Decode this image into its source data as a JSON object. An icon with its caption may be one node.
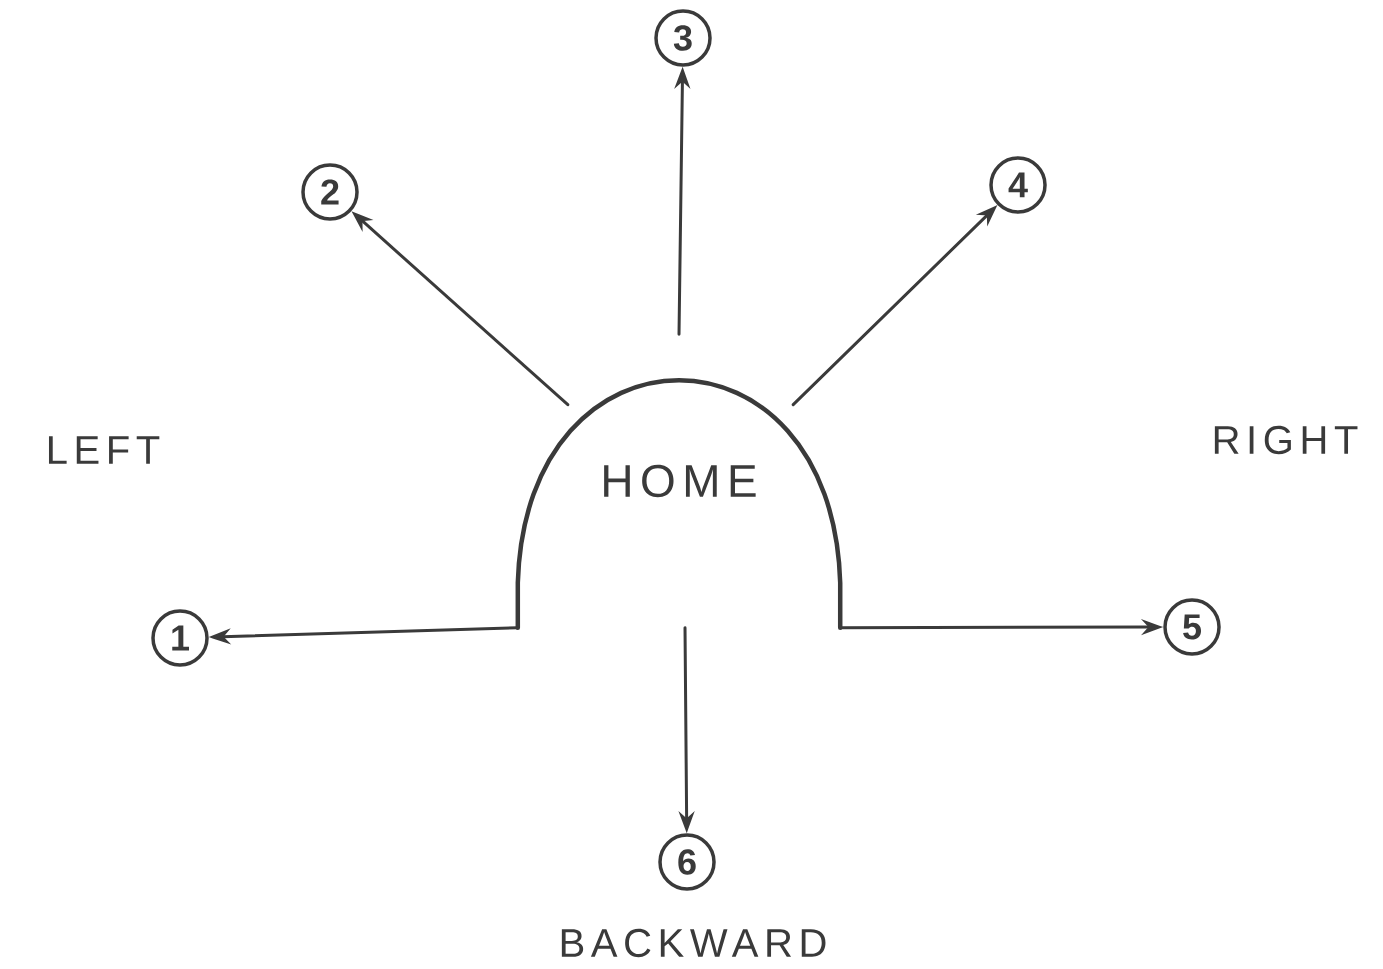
{
  "diagram": {
    "nodes": [
      {
        "text": [
          "HOME"
        ]
      },
      {
        "text": [
          "1"
        ]
      },
      {
        "text": [
          "2"
        ]
      },
      {
        "text": [
          "3"
        ]
      },
      {
        "text": [
          "4"
        ]
      },
      {
        "text": [
          "5"
        ]
      },
      {
        "text": [
          "6"
        ]
      }
    ],
    "edges": [
      {
        "from": 0,
        "to": 1,
        "arrow": "to"
      },
      {
        "from": 0,
        "to": 2,
        "arrow": "to"
      },
      {
        "from": 0,
        "to": 3,
        "arrow": "to"
      },
      {
        "from": 0,
        "to": 4,
        "arrow": "to"
      },
      {
        "from": 0,
        "to": 5,
        "arrow": "to"
      },
      {
        "from": 0,
        "to": 6,
        "arrow": "to"
      }
    ],
    "labels": [
      "LEFT",
      "RIGHT",
      "BACKWARD"
    ]
  }
}
